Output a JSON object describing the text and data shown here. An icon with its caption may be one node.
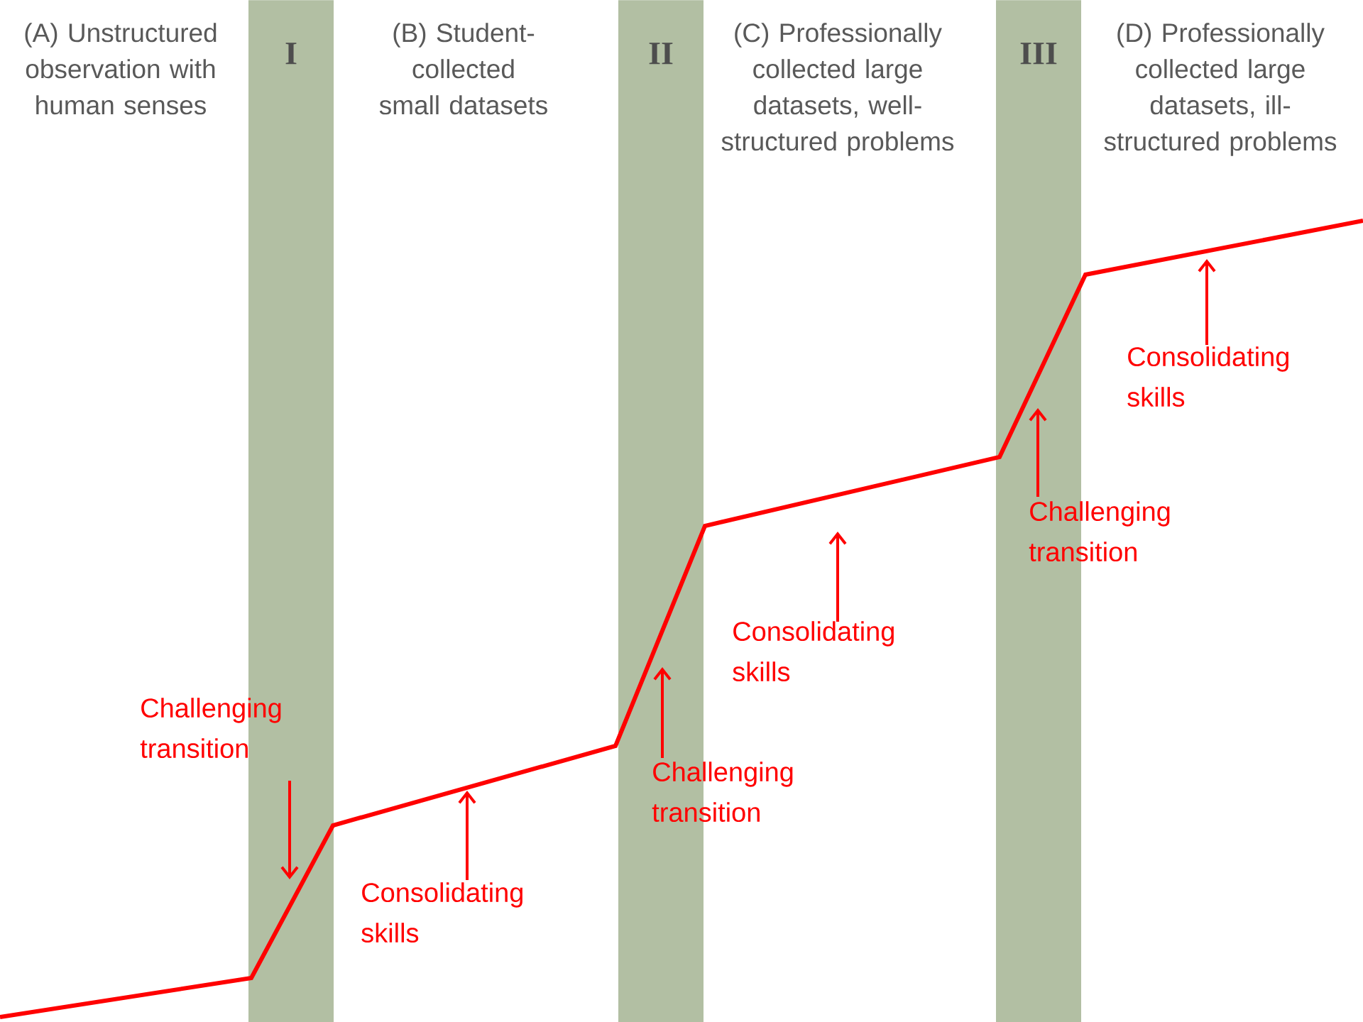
{
  "diagram": {
    "nodes": [
      {
        "text": [
          "I"
        ]
      },
      {
        "text": [
          "II"
        ]
      },
      {
        "text": [
          "III"
        ]
      },
      {
        "text": [
          "Challenging transition"
        ]
      },
      {
        "text": [
          "Consolidating skills"
        ]
      },
      {
        "text": [
          "Challenging transition"
        ]
      },
      {
        "text": [
          "Consolidating skills"
        ]
      },
      {
        "text": [
          "Challenging transition"
        ]
      },
      {
        "text": [
          "Consolidating skills"
        ]
      }
    ],
    "edges": [
      {
        "from": 3,
        "to": 0,
        "arrow": "to"
      },
      {
        "from": 4,
        "to": null,
        "arrow": "to"
      },
      {
        "from": 5,
        "to": 1,
        "arrow": "to"
      },
      {
        "from": 6,
        "to": null,
        "arrow": "to"
      },
      {
        "from": 7,
        "to": 2,
        "arrow": "to"
      },
      {
        "from": 8,
        "to": null,
        "arrow": "to"
      }
    ],
    "labels": [
      "(A) Unstructured observation with human senses",
      "(B) Student-collected small datasets",
      "(C) Professionally collected large datasets, well-structured problems",
      "(D) Professionally collected large datasets, ill-structured problems"
    ]
  }
}
